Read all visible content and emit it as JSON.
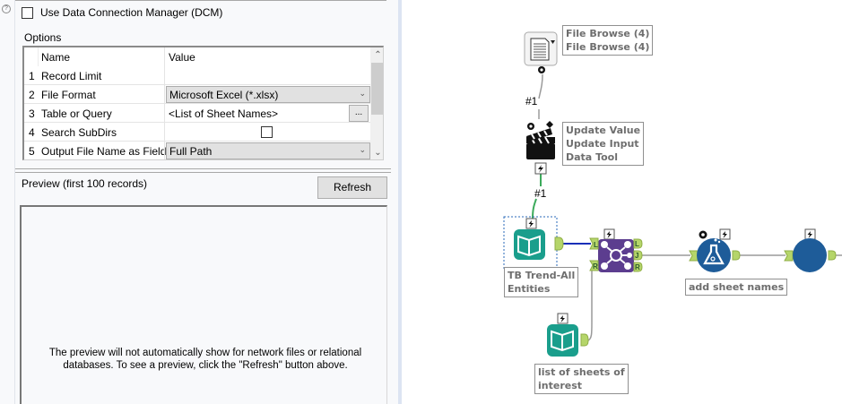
{
  "config": {
    "help_icon": "question-circle-icon",
    "dcm_label": "Use Data Connection Manager (DCM)",
    "dcm_checked": false,
    "options_label": "Options",
    "grid": {
      "columns": [
        "Name",
        "Value"
      ],
      "rows": [
        {
          "num": "1",
          "name": "Record Limit",
          "value": "",
          "type": "text"
        },
        {
          "num": "2",
          "name": "File Format",
          "value": "Microsoft Excel (*.xlsx)",
          "type": "dropdown"
        },
        {
          "num": "3",
          "name": "Table or Query",
          "value": "<List of Sheet Names>",
          "type": "text-button",
          "button_label": "..."
        },
        {
          "num": "4",
          "name": "Search SubDirs",
          "value": "",
          "type": "checkbox",
          "checked": false
        },
        {
          "num": "5",
          "name": "Output File Name as Field",
          "value": "Full Path",
          "type": "dropdown"
        }
      ],
      "scroll_up_icon": "chevron-up-icon",
      "scroll_down_icon": "chevron-down-icon"
    },
    "preview": {
      "label": "Preview (first 100 records)",
      "refresh_label": "Refresh",
      "message": "The preview will not automatically show for network files or relational databases. To see a preview, click the \"Refresh\" button above."
    }
  },
  "canvas": {
    "tools": [
      {
        "id": "file-browse",
        "icon": "document-icon",
        "annotation": [
          "File Browse (4)",
          "File Browse (4)"
        ]
      },
      {
        "id": "update-value",
        "icon": "clapperboard-icon",
        "annotation": [
          "Update Value",
          "Update Input",
          "Data Tool"
        ]
      },
      {
        "id": "tb-trend",
        "icon": "book-input-icon",
        "annotation": [
          "TB Trend-All",
          "Entities"
        ],
        "selected": true
      },
      {
        "id": "join",
        "icon": "join-icon",
        "anchors": [
          "L",
          "R",
          "L",
          "J",
          "R"
        ]
      },
      {
        "id": "add-sheet-names",
        "icon": "flask-formula-icon",
        "annotation": [
          "add sheet names"
        ]
      },
      {
        "id": "blue-circle",
        "icon": "circle-tool-icon"
      },
      {
        "id": "list-of-sheets",
        "icon": "book-input-icon",
        "annotation": [
          "list of sheets of",
          "interest"
        ]
      }
    ],
    "connection_labels": [
      "#1",
      "#1"
    ],
    "colors": {
      "input_teal": "#1a9e8c",
      "join_purple": "#5c3d8f",
      "formula_blue": "#1e5c99",
      "anchor_green": "#b5d56a",
      "connection_blue": "#1a2fb8",
      "connection_green": "#3caa5b",
      "connection_gray": "#9a9a9a",
      "selection_blue": "#2a6ab8"
    }
  }
}
